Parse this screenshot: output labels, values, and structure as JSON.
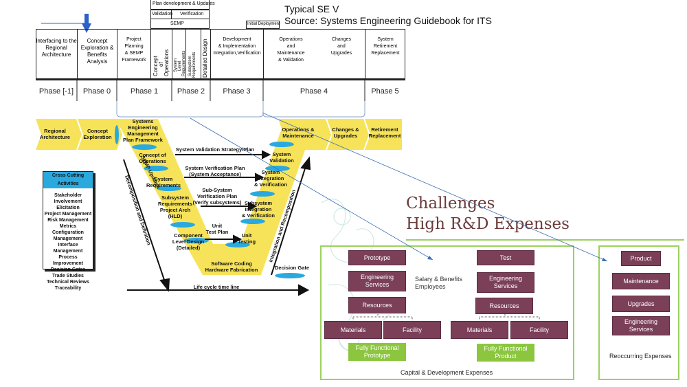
{
  "header": {
    "title_line1": "Typical SE V",
    "title_line2": "Source: Systems Engineering Guidebook for ITS"
  },
  "phase_table": {
    "top_labels": {
      "plan_dev": "Plan development & Updates",
      "validation": "Validation",
      "verification": "Verification",
      "semp": "SEMP",
      "initial_deployment": "Initial Deployment"
    },
    "columns": [
      "Interfacing to the\nRegional\nArchitecture",
      "Concept\nExploration &\nBenefits\nAnalysis",
      "Project\nPlanning\n& SEMP\nFramework",
      "Concept\nof\nOperations",
      "System\nLevel\nRequirements",
      "Subsystem\nRequirements",
      "Detailed Design",
      "Development\n& Implementation\nIntegration,Verification",
      "Operations\nand\nMaintenance\n& Validation",
      "Changes\nand\nUpgrades",
      "System\nRetirement\nReplacement"
    ],
    "phases": [
      "Phase [-1]",
      "Phase 0",
      "Phase 1",
      "Phase 2",
      "Phase 3",
      "Phase 4",
      "Phase 5"
    ]
  },
  "v_diagram": {
    "banner_left": [
      "Regional\nArchitecture",
      "Concept\nExploration"
    ],
    "banner_right": [
      "Operations &\nMaintenance",
      "Changes &\nUpgrades",
      "Retirement\nReplacement"
    ],
    "left_leg": [
      "Systems\nEngineering\nManagement\nPlan Framework",
      "Concept of\nOperations",
      "System\nRequirements",
      "Subsystem\nRequirements\nProject Arch\n(HLD)",
      "Component\nLevel Design\n(Detailed)"
    ],
    "bottom": "Software Coding\nHardware Fabrication",
    "right_leg": [
      "System\nValidation",
      "System\nIntegration\n& Verification",
      "Subsystem\nIntegration\n& Verification",
      "Unit\nTesting"
    ],
    "arrows": [
      "System Validation Strategy/Plan",
      "System Verification Plan\n(System Acceptance)",
      "Sub-System\nVerification Plan\n(Verify subsystems)",
      "Unit\nTest Plan"
    ],
    "semp_updates": "SEMP Updates",
    "decomposition": "Decomposition and Definition",
    "integration": "Integration and Recomposition",
    "decision_gate": "Decision Gate",
    "timeline": "Life cycle time line"
  },
  "cross_cutting": {
    "title": "Cross Cutting Activities",
    "items": [
      "Stakeholder Involvement",
      "Elicitation",
      "Project Management",
      "Risk Management",
      "Metrics",
      "Configuration Management",
      "Interface Management",
      "Process Improvement",
      "Decision Gates",
      "Trade Studies",
      "Technical Reviews",
      "Traceability"
    ]
  },
  "slide": {
    "title_line1": "Challenges",
    "title_line2": "High R&D Expenses",
    "left_col": {
      "prototype": "Prototype",
      "eng_services": "Engineering\nServices",
      "resources": "Resources",
      "materials": "Materials",
      "facility": "Facility",
      "fully_functional": "Fully Functional\nPrototype"
    },
    "salary_note": "Salary & Benefits\nEmployees",
    "mid_col": {
      "test": "Test",
      "eng_services": "Engineering\nServices",
      "resources": "Resources",
      "materials": "Materials",
      "facility": "Facility",
      "fully_functional": "Fully Functional\nProduct"
    },
    "capital_caption": "Capital & Development Expenses",
    "right_col": {
      "product": "Product",
      "maintenance": "Maintenance",
      "upgrades": "Upgrades",
      "eng_services": "Engineering\nServices",
      "caption": "Reoccurring Expenses"
    },
    "colors": {
      "box": "#7b3f58",
      "green": "#8cc63f",
      "panel_border": "#9bd15f",
      "title": "#6b3a3a"
    }
  }
}
